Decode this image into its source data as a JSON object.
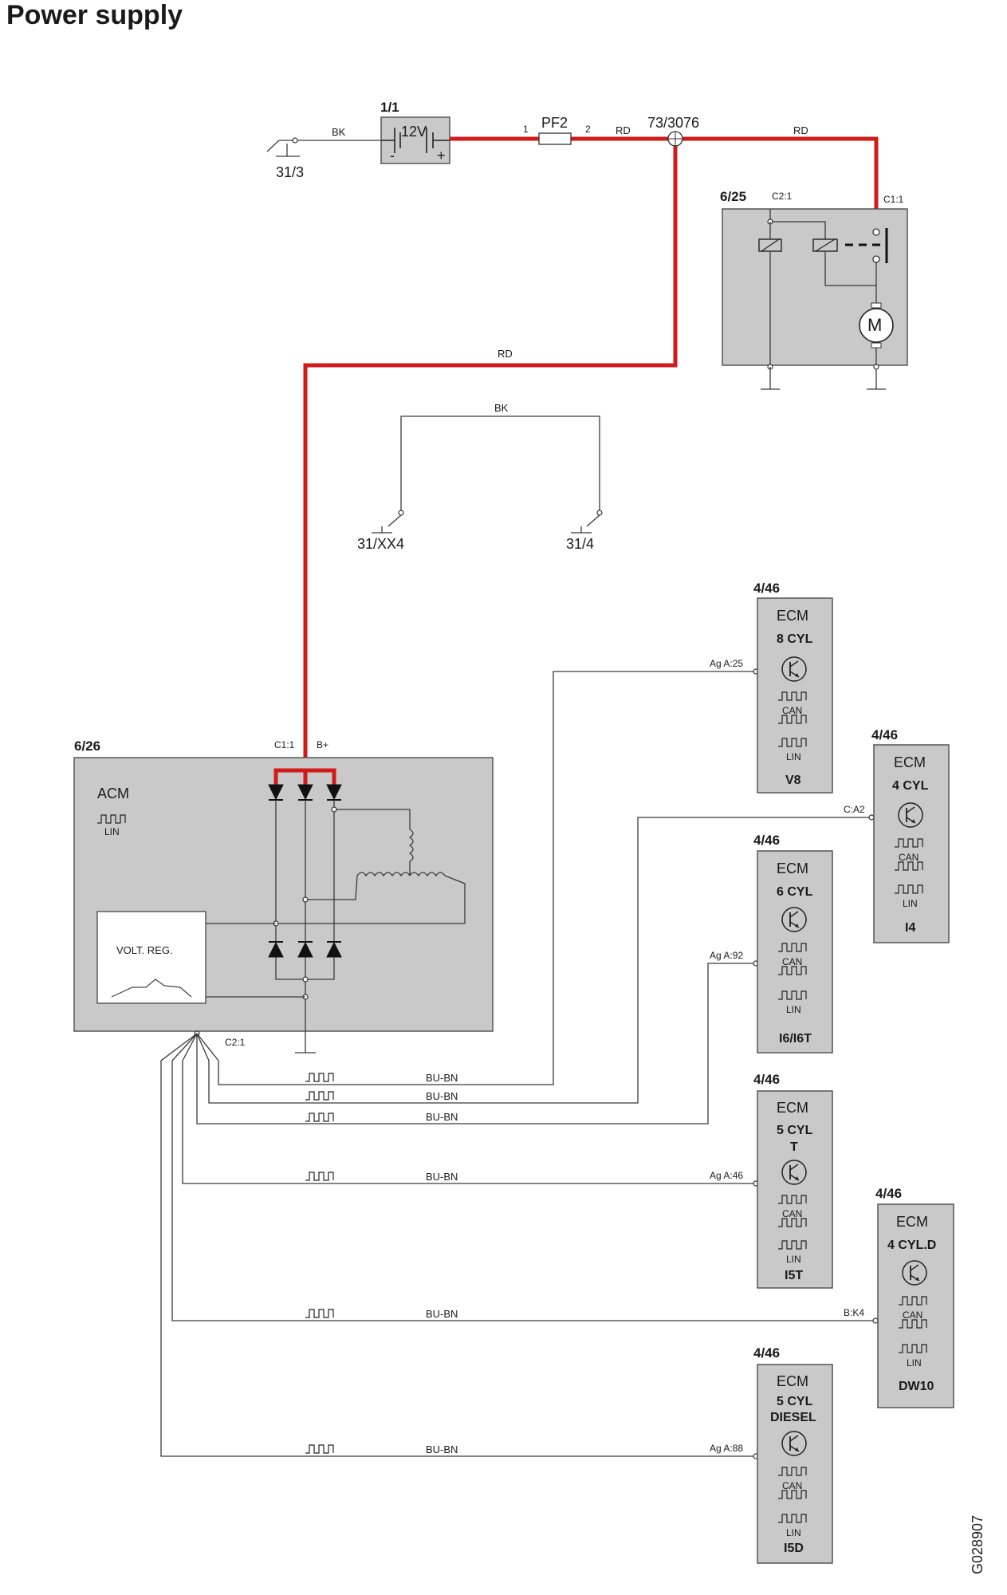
{
  "title": "Power supply",
  "figure_id": "G028907",
  "battery": {
    "id": "1/1",
    "voltage": "12V",
    "minus": "-",
    "plus": "+"
  },
  "ground_main": "31/3",
  "fuse": {
    "name": "PF2",
    "pin1": "1",
    "pin2": "2"
  },
  "splice": "73/3076",
  "wire_colors": {
    "red": "RD",
    "black": "BK",
    "lin": "BU-BN"
  },
  "starter": {
    "id": "6/25",
    "pin_c2": "C2:1",
    "pin_c1": "C1:1",
    "motor": "M"
  },
  "grounds": {
    "left": "31/XX4",
    "right": "31/4"
  },
  "alternator": {
    "id": "6/26",
    "name": "ACM",
    "lin": "LIN",
    "pin_c1": "C1:1",
    "pin_b": "B+",
    "pin_c2": "C2:1",
    "regulator": "VOLT. REG."
  },
  "ecms": [
    {
      "id": "4/46",
      "l1": "ECM",
      "l2": "8 CYL",
      "l3": "",
      "variant": "V8",
      "pin": "Ag A:25"
    },
    {
      "id": "4/46",
      "l1": "ECM",
      "l2": "4 CYL",
      "l3": "",
      "variant": "I4",
      "pin": "C:A2"
    },
    {
      "id": "4/46",
      "l1": "ECM",
      "l2": "6 CYL",
      "l3": "",
      "variant": "I6/I6T",
      "pin": "Ag A:92"
    },
    {
      "id": "4/46",
      "l1": "ECM",
      "l2": "5 CYL",
      "l3": "T",
      "variant": "I5T",
      "pin": "Ag A:46"
    },
    {
      "id": "4/46",
      "l1": "ECM",
      "l2": "4 CYL.D",
      "l3": "",
      "variant": "DW10",
      "pin": "B:K4"
    },
    {
      "id": "4/46",
      "l1": "ECM",
      "l2": "5 CYL",
      "l3": "DIESEL",
      "variant": "I5D",
      "pin": "Ag A:88"
    }
  ],
  "bus": {
    "can": "CAN",
    "lin": "LIN"
  }
}
